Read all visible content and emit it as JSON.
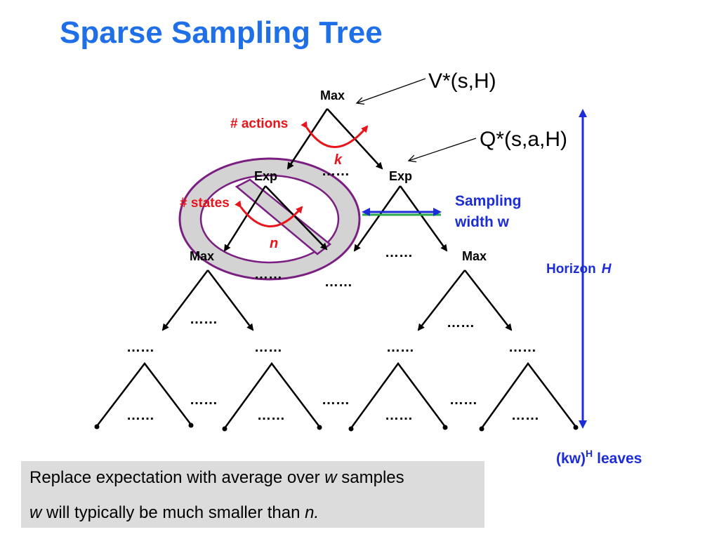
{
  "title": "Sparse Sampling Tree",
  "labels": {
    "root_max": "Max",
    "v_star": "V*(s,H)",
    "q_star": "Q*(s,a,H)",
    "actions": "# actions",
    "k": "k",
    "states": "# states",
    "n": "n",
    "exp_left": "Exp",
    "exp_right": "Exp",
    "max_left": "Max",
    "max_right": "Max",
    "sampling_width_1": "Sampling",
    "sampling_width_2": "width w",
    "horizon": "Horizon",
    "horizon_var": "H",
    "leaves_base": "(kw)",
    "leaves_sup": "H",
    "leaves_text": "leaves",
    "ellipsis": "……"
  },
  "note": {
    "line1_a": "Replace expectation with average over ",
    "line1_var": "w",
    "line1_b": " samples",
    "line2_var": "w",
    "line2_a": " will typically be much smaller than ",
    "line2_var2": "n."
  },
  "colors": {
    "title": "#1f6fe8",
    "red": "#e8141c",
    "blue": "#1c2dd8",
    "purple": "#7a1e82",
    "green": "#2aa84a"
  }
}
